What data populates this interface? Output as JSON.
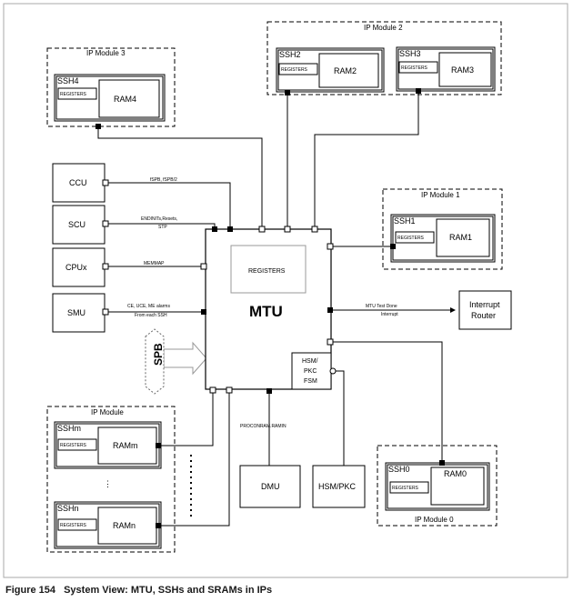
{
  "figure": {
    "number": "Figure 154",
    "title": "System View: MTU, SSHs and SRAMs in IPs"
  },
  "mtu": {
    "label": "MTU",
    "registers": "REGISTERS",
    "hsm_pkc_fsm": [
      "HSM/",
      "PKC",
      "FSM"
    ]
  },
  "modules": {
    "ip_module_3": {
      "label": "IP Module 3",
      "ssh": "SSH4",
      "registers": "REGISTERS",
      "ram": "RAM4"
    },
    "ip_module_2": {
      "label": "IP Module 2",
      "ssh_a": "SSH2",
      "registers_a": "REGISTERS",
      "ram_a": "RAM2",
      "ssh_b": "SSH3",
      "registers_b": "REGISTERS",
      "ram_b": "RAM3"
    },
    "ip_module_1": {
      "label": "IP Module 1",
      "ssh": "SSH1",
      "registers": "REGISTERS",
      "ram": "RAM1"
    },
    "ip_module_0": {
      "label": "IP Module 0",
      "ssh": "SSH0",
      "registers": "REGISTERS",
      "ram": "RAM0"
    },
    "ip_module": {
      "label": "IP Module",
      "ssh_m": "SSHm",
      "registers_m": "REGISTERS",
      "ram_m": "RAMm",
      "ssh_n": "SSHn",
      "registers_n": "REGISTERS",
      "ram_n": "RAMn",
      "ellipsis": "⋮"
    }
  },
  "blocks": {
    "ccu": "CCU",
    "scu": "SCU",
    "cpux": "CPUx",
    "smu": "SMU",
    "dmu": "DMU",
    "hsm_pkc": "HSM/PKC",
    "interrupt_router": [
      "Interrupt",
      "Router"
    ],
    "spb": "SPB"
  },
  "signals": {
    "ccu": "fSPB, fSPB/2",
    "scu": [
      "ENDINITs,Resets,",
      "STP"
    ],
    "cpux": "MEMMAP",
    "smu": [
      "CE, UCE, ME alarms",
      "From each SSH"
    ],
    "interrupt": [
      "MTU Test Done",
      "Interrupt"
    ],
    "dmu": "PROCONRAM.RAMIN"
  }
}
